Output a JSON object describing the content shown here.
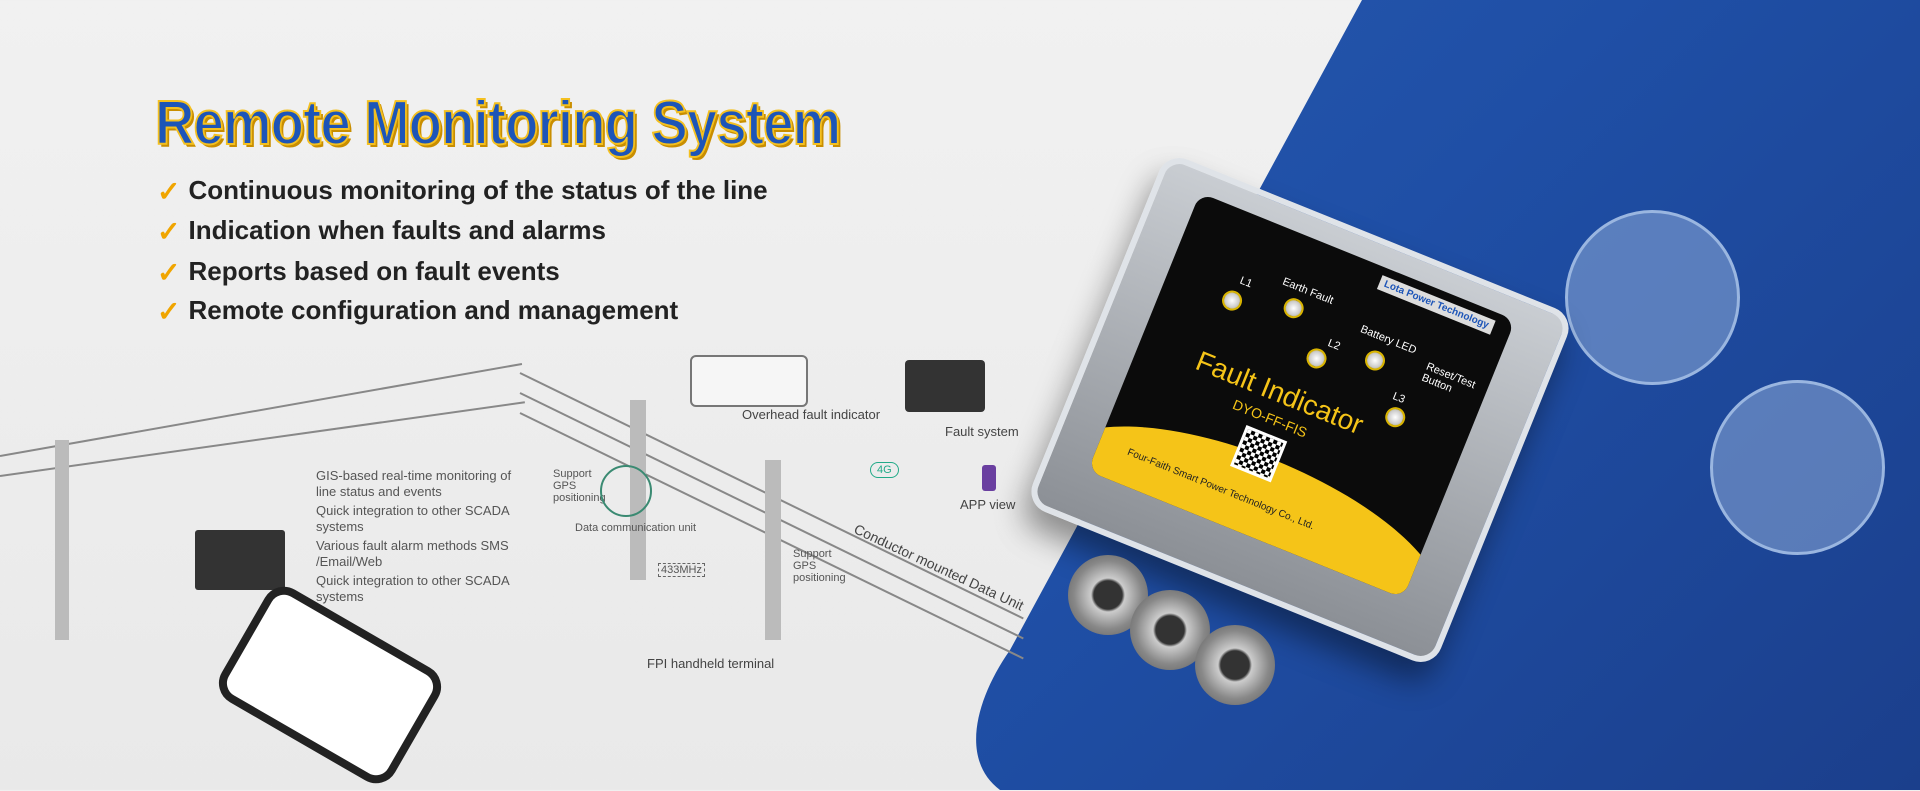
{
  "header": {
    "title": "Remote Monitoring System",
    "features": [
      "Continuous monitoring of the status of the line",
      "Indication when faults and alarms",
      "Reports based on fault events",
      "Remote configuration and management"
    ]
  },
  "diagram": {
    "gis_points": [
      "GIS-based real-time monitoring of line status and events",
      "Quick integration to other SCADA systems",
      "Various fault alarm methods SMS /Email/Web",
      "Quick integration to other SCADA systems"
    ],
    "overhead_fault_indicator": "Overhead fault indicator",
    "fault_system": "Fault system",
    "app_view": "APP view",
    "cloud_4g": "4G",
    "conductor_unit": "Conductor mounted Data Unit",
    "gps_support_1": "Support GPS positioning",
    "gps_support_2": "Support GPS positioning",
    "data_comm_unit": "Data communication unit",
    "freq": "433MHz",
    "handheld": "FPI handheld terminal"
  },
  "device": {
    "brand": "Lota Power Technology",
    "earth_fault": "Earth Fault",
    "l1": "L1",
    "l2": "L2",
    "l3": "L3",
    "battery": "Battery LED",
    "reset": "Reset/Test Button",
    "name": "Fault Indicator",
    "model": "DYO-FF-FIS",
    "maker": "Four-Faith Smart Power Technology Co., Ltd."
  },
  "colors": {
    "blue": "#1f4fa6",
    "yellow": "#f5c418",
    "check": "#f0a500"
  }
}
